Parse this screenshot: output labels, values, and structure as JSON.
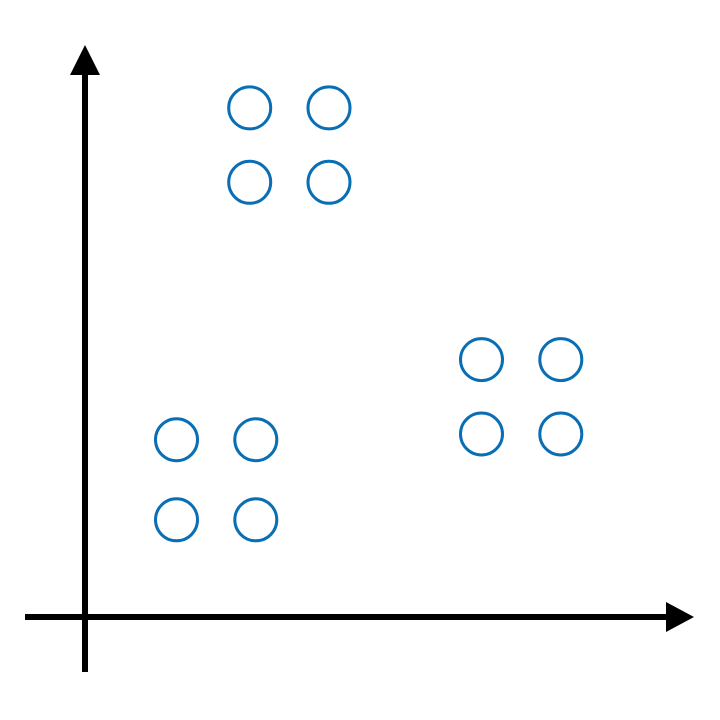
{
  "chart_data": {
    "type": "scatter",
    "title": "",
    "xlabel": "",
    "ylabel": "",
    "axis_ticks": "none",
    "grid": false,
    "legend": "none",
    "marker": "hollow-circle",
    "marker_color": "#0a6eb4",
    "axis_color": "#000000",
    "xlim": [
      0,
      10
    ],
    "ylim": [
      0,
      10
    ],
    "points": [
      {
        "cluster": 1,
        "x": 2.7,
        "y": 8.9
      },
      {
        "cluster": 1,
        "x": 4.0,
        "y": 8.9
      },
      {
        "cluster": 1,
        "x": 2.7,
        "y": 7.6
      },
      {
        "cluster": 1,
        "x": 4.0,
        "y": 7.6
      },
      {
        "cluster": 2,
        "x": 1.5,
        "y": 3.1
      },
      {
        "cluster": 2,
        "x": 2.8,
        "y": 3.1
      },
      {
        "cluster": 2,
        "x": 1.5,
        "y": 1.7
      },
      {
        "cluster": 2,
        "x": 2.8,
        "y": 1.7
      },
      {
        "cluster": 3,
        "x": 6.5,
        "y": 4.5
      },
      {
        "cluster": 3,
        "x": 7.8,
        "y": 4.5
      },
      {
        "cluster": 3,
        "x": 6.5,
        "y": 3.2
      },
      {
        "cluster": 3,
        "x": 7.8,
        "y": 3.2
      }
    ]
  }
}
